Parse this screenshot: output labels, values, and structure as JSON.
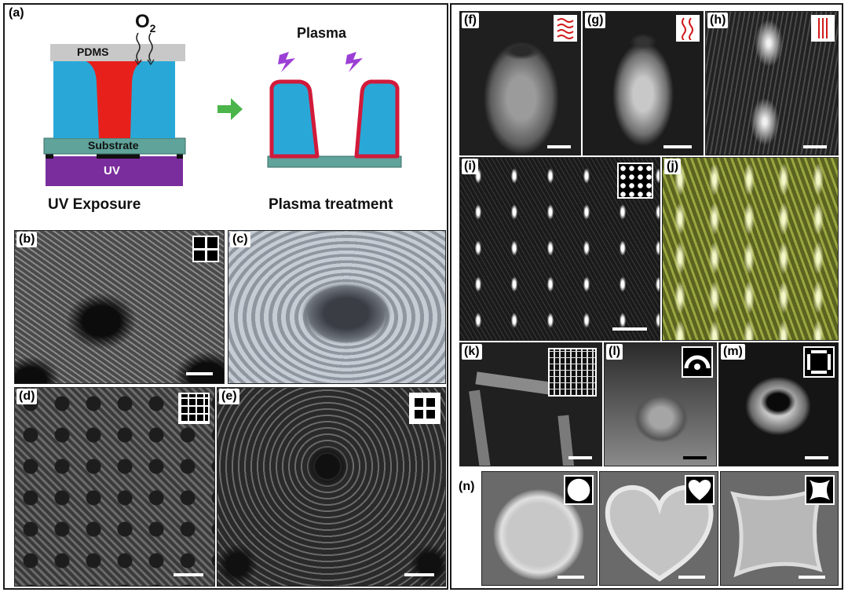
{
  "panels": {
    "a": "(a)",
    "b": "(b)",
    "c": "(c)",
    "d": "(d)",
    "e": "(e)",
    "f": "(f)",
    "g": "(g)",
    "h": "(h)",
    "i": "(i)",
    "j": "(j)",
    "k": "(k)",
    "l": "(l)",
    "m": "(m)",
    "n": "(n)"
  },
  "schematic": {
    "o2_label": "O",
    "o2_sub": "2",
    "pdms_label": "PDMS",
    "substrate_label": "Substrate",
    "uv_label": "UV",
    "plasma_label": "Plasma",
    "caption_left": "UV Exposure",
    "caption_right": "Plasma treatment"
  },
  "colors": {
    "pdms": "#c8c8c8",
    "resin_red": "#e8201c",
    "resin_blue": "#29a8d8",
    "substrate": "#5fa39a",
    "uv_purple": "#7a2d9c",
    "arrow_green": "#4bb54b",
    "lightning": "#9b3fd6",
    "frame": "#1a1a1a"
  },
  "icons": {
    "o2_arrows": "wavy-arrow-icon",
    "plasma_bolt": "lightning-icon",
    "process_arrow": "right-arrow-icon"
  }
}
